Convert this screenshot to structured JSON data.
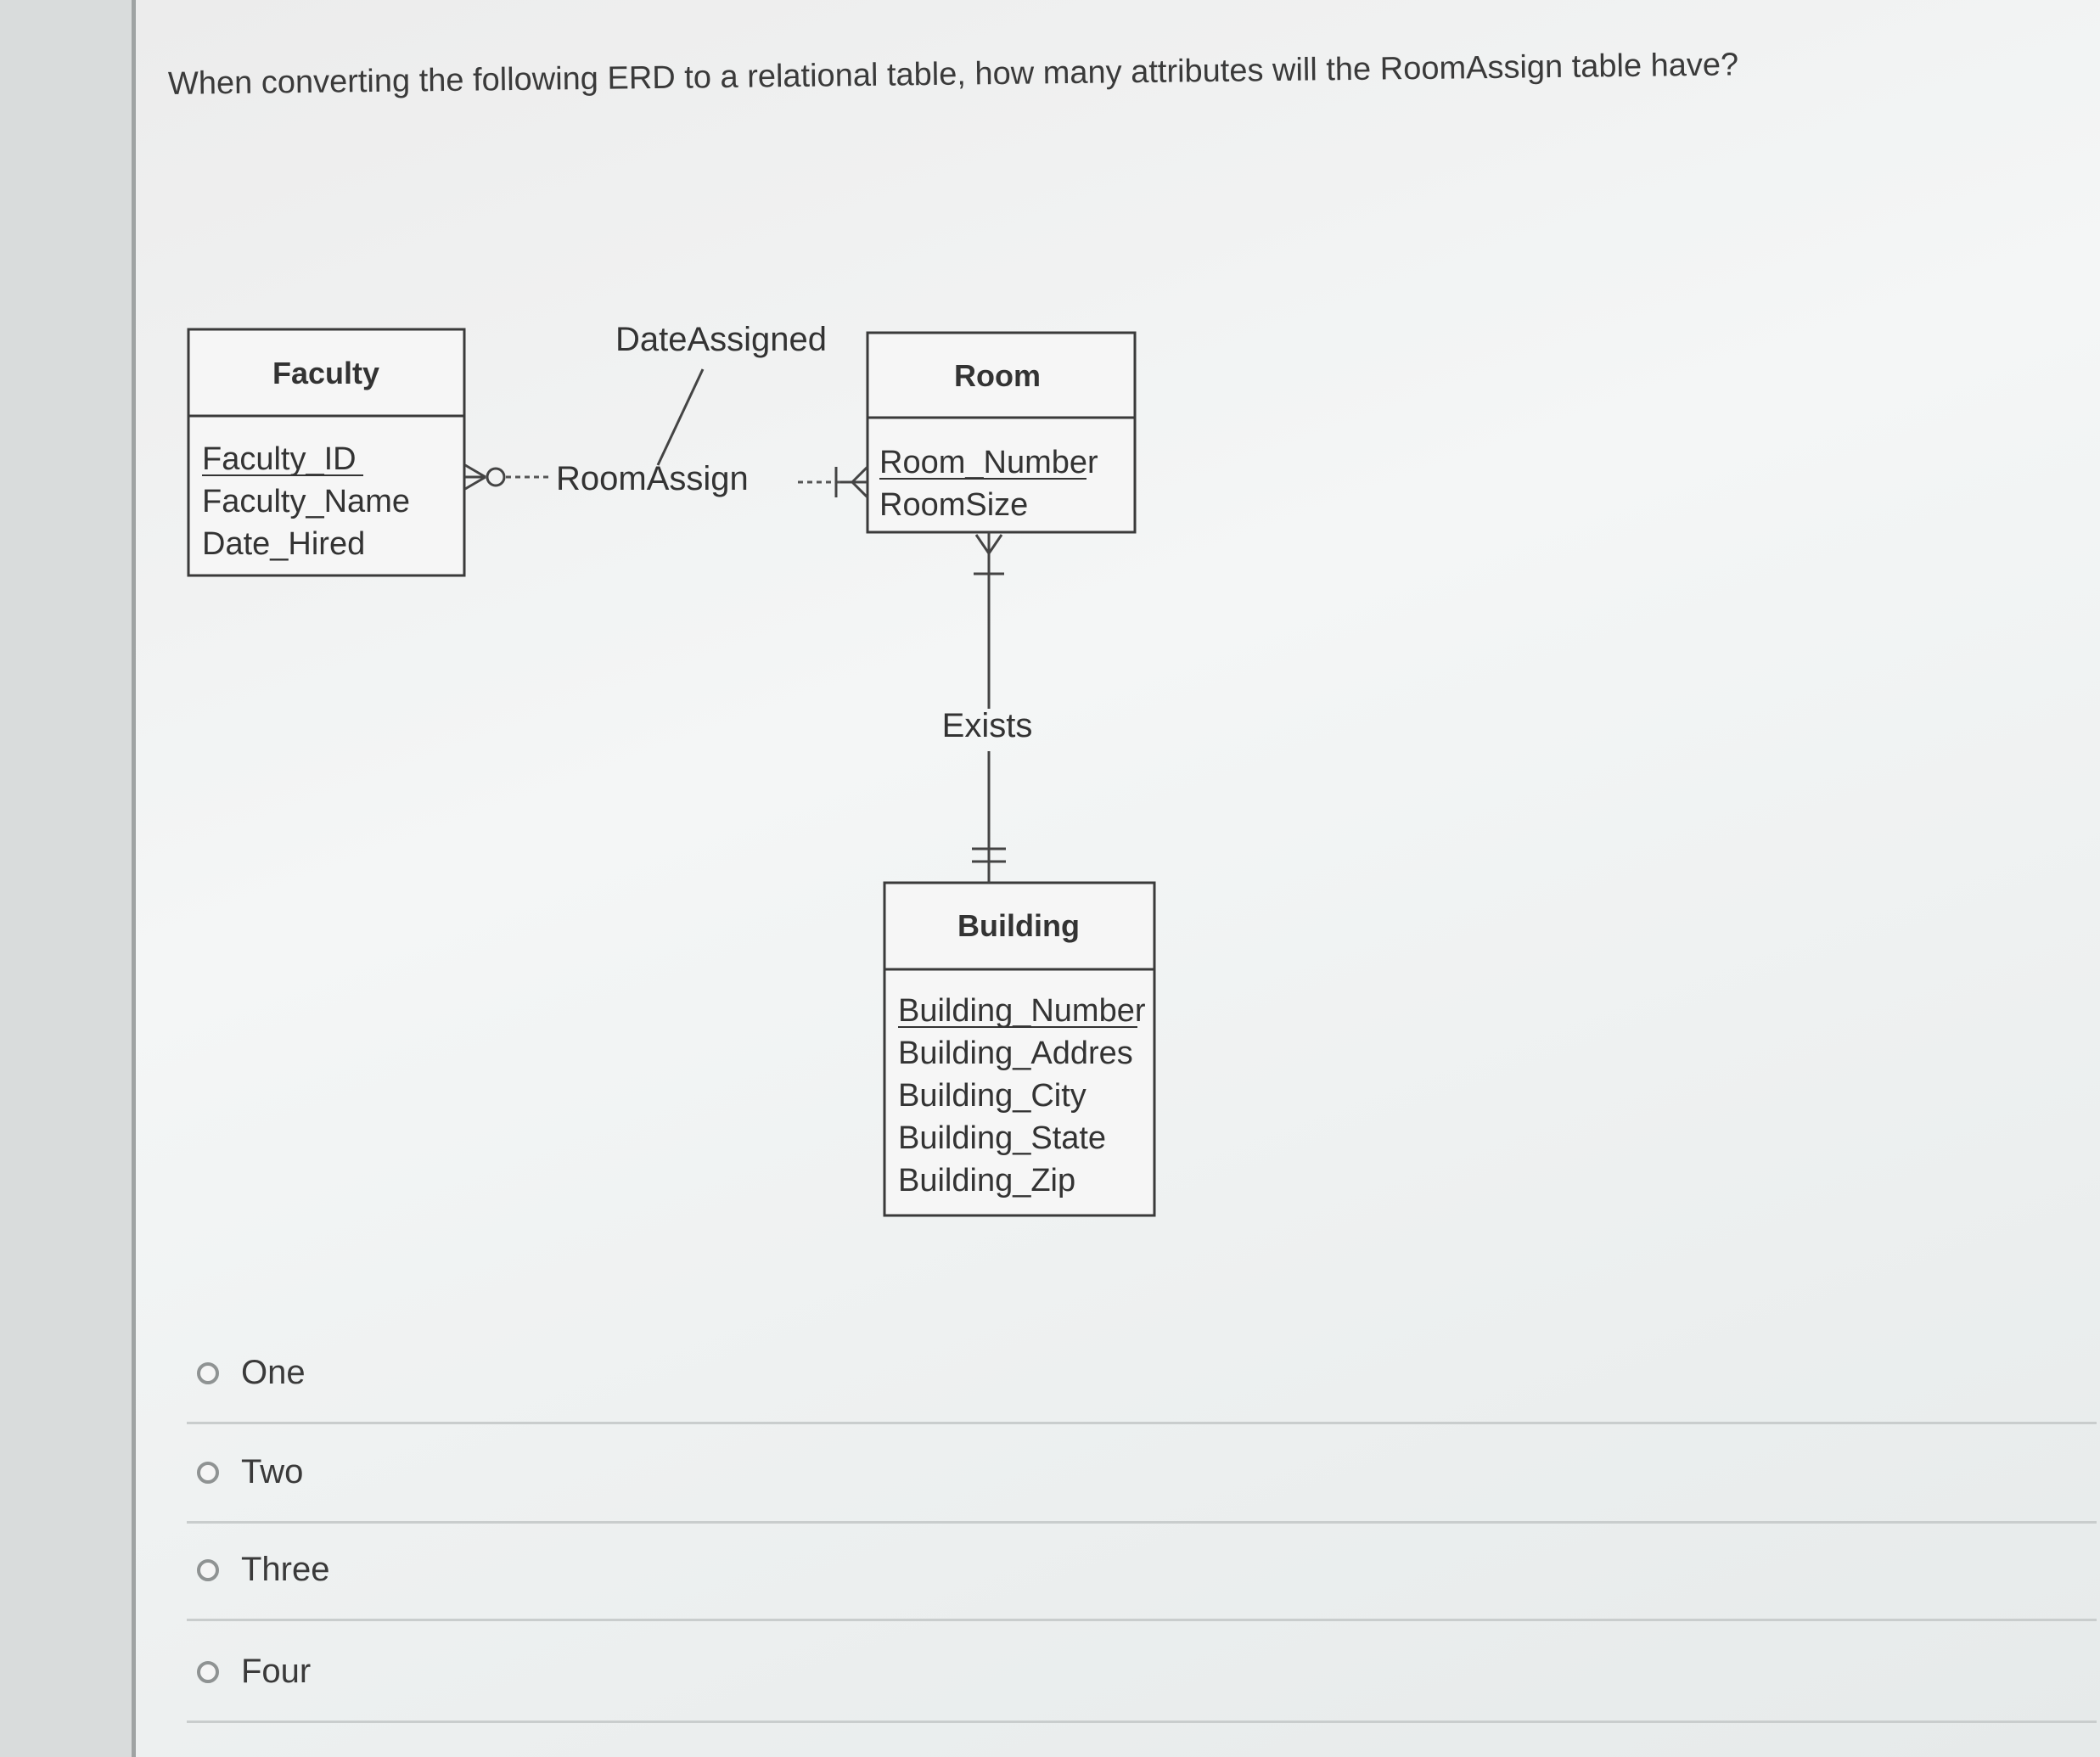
{
  "question": {
    "text": "When converting the following ERD to a relational table, how many attributes will the RoomAssign table have?"
  },
  "erd": {
    "faculty": {
      "title": "Faculty",
      "attributes": [
        "Faculty_ID",
        "Faculty_Name",
        "Date_Hired"
      ]
    },
    "room": {
      "title": "Room",
      "attributes": [
        "Room_Number",
        "RoomSize"
      ]
    },
    "building": {
      "title": "Building",
      "attributes": [
        "Building_Number",
        "Building_Addres",
        "Building_City",
        "Building_State",
        "Building_Zip"
      ]
    },
    "relationships": {
      "room_assign": "RoomAssign",
      "date_assigned": "DateAssigned",
      "exists": "Exists"
    }
  },
  "options": [
    {
      "label": "One",
      "selected": false
    },
    {
      "label": "Two",
      "selected": false
    },
    {
      "label": "Three",
      "selected": false
    },
    {
      "label": "Four",
      "selected": false
    }
  ]
}
